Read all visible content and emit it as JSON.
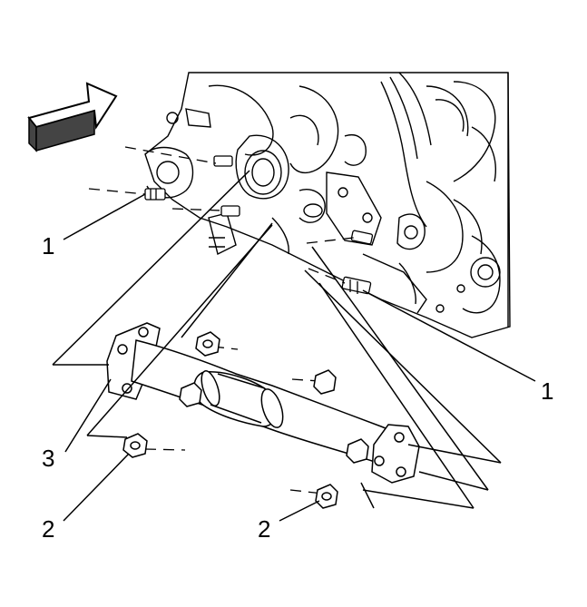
{
  "diagram": {
    "callouts": {
      "oxygen_sensor_upstream": "1",
      "oxygen_sensor_downstream": "1",
      "exhaust_pipe": "3",
      "nut_lower_left": "2",
      "nut_lower_right": "2"
    },
    "icons": {
      "direction_arrow": "front-arrow-icon",
      "engine": "engine-block-icon",
      "pipe": "catalytic-converter-pipe-icon"
    },
    "colors": {
      "line": "#000000",
      "background": "#ffffff",
      "arrow_shade": "#444444"
    }
  }
}
